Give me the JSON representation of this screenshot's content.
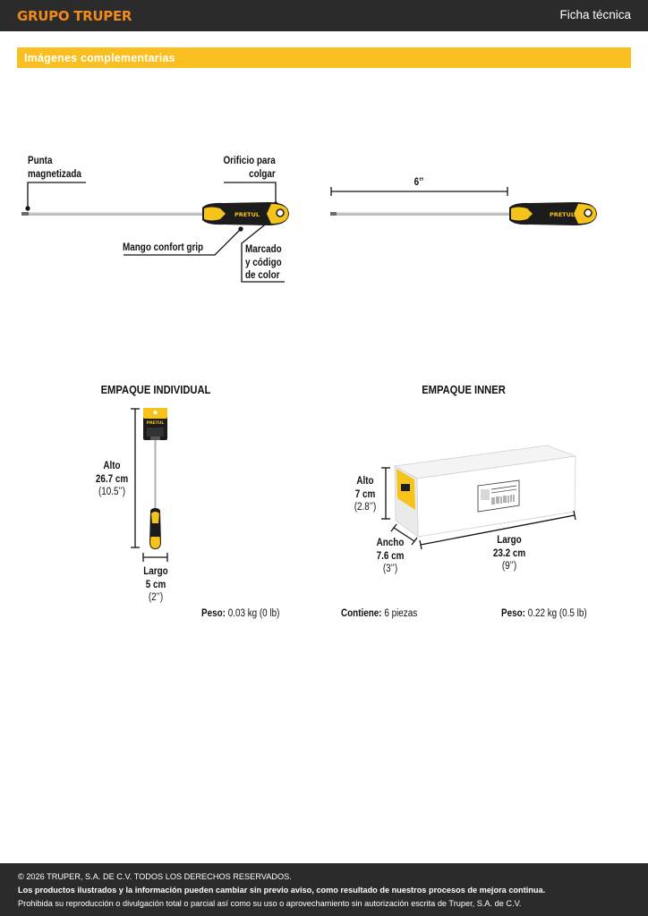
{
  "header": {
    "brand": "GRUPO TRUPER",
    "doc_type": "Ficha técnica"
  },
  "section": {
    "title": "Imágenes complementarias"
  },
  "product_diagram": {
    "tip_label": [
      "Punta",
      "magnetizada"
    ],
    "hang_hole_label": [
      "Orificio para",
      "colgar"
    ],
    "grip_label": "Mango confort grip",
    "color_code_label": [
      "Marcado",
      "y código",
      "de color"
    ],
    "handle_brand": "PRETUL",
    "length_label": "6’’"
  },
  "individual_package": {
    "title": "EMPAQUE INDIVIDUAL",
    "height_label": [
      "Alto",
      "26.7 cm",
      "(10.5’’)"
    ],
    "length_label": [
      "Largo",
      "5 cm",
      "(2’’)"
    ],
    "weight_label": "Peso:",
    "weight_value": "0.03 kg (0 lb)",
    "card_brand": "PRETUL"
  },
  "inner_package": {
    "title": "EMPAQUE INNER",
    "height_label": [
      "Alto",
      "7 cm",
      "(2.8’’)"
    ],
    "width_label": [
      "Ancho",
      "7.6 cm",
      "(3’’)"
    ],
    "length_label": [
      "Largo",
      "23.2 cm",
      "(9’’)"
    ],
    "contains_label": "Contiene:",
    "contains_value": "6 piezas",
    "weight_label": "Peso:",
    "weight_value": "0.22 kg (0.5 lb)"
  },
  "footer": {
    "copyright": "© 2026 TRUPER, S.A. DE C.V. TODOS LOS DERECHOS RESERVADOS.",
    "notice": "Los productos ilustrados y la información pueden cambiar sin previo aviso, como resultado de nuestros procesos de mejora continua.",
    "legal": "Prohibida su reproducción o divulgación total o parcial así como su uso o aprovechamiento sin autorización escrita de Truper, S.A. de C.V."
  },
  "colors": {
    "header_bg": "#2b2b2b",
    "brand_orange": "#f08a1c",
    "accent_yellow": "#f9be1f",
    "handle_black": "#1c1c1c"
  }
}
